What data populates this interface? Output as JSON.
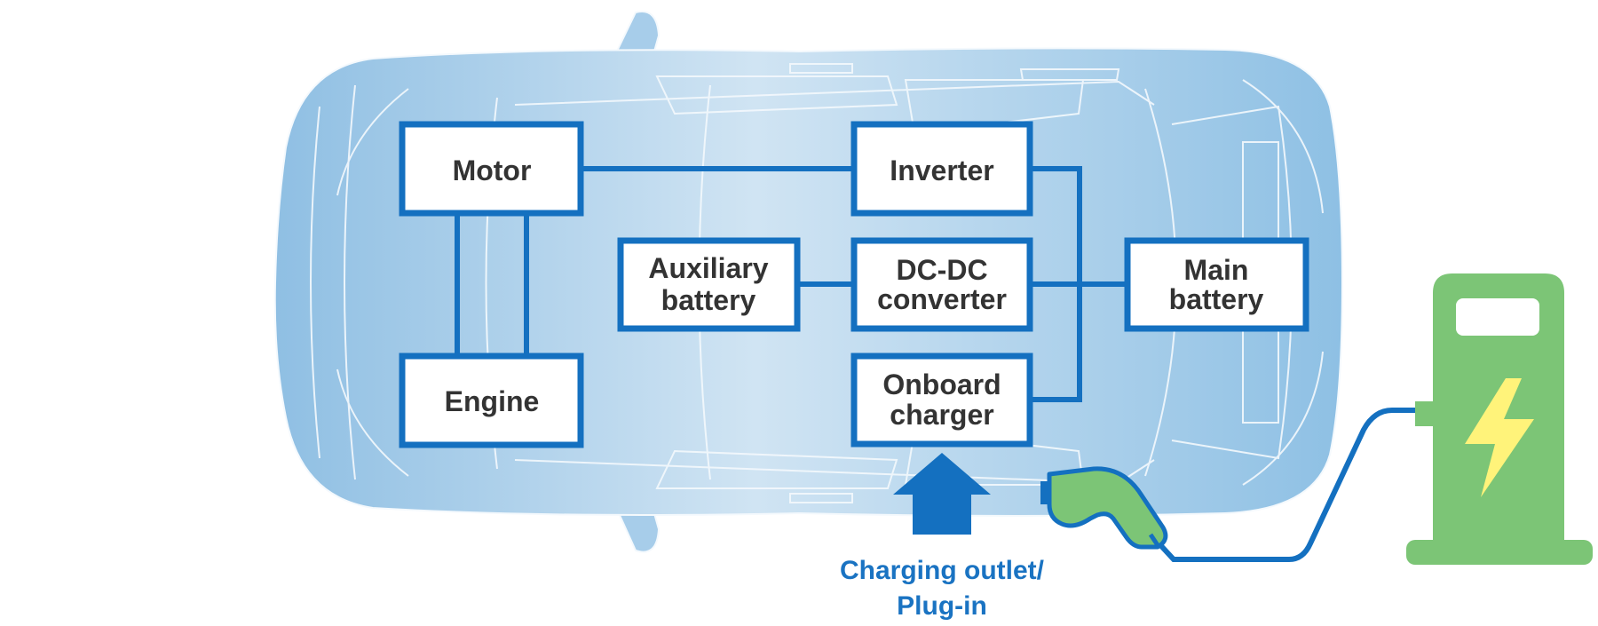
{
  "colors": {
    "car_body_dark": "#8fbfe3",
    "car_body_light": "#d3e6f4",
    "car_outline": "#f4f9fd",
    "box_border": "#1470c0",
    "box_fill": "#ffffff",
    "box_text": "#333333",
    "link_line": "#1470c0",
    "arrow": "#1470c0",
    "outlet_text": "#1a73c2",
    "charger_green": "#7cc576",
    "charger_dark_outline": "#1470c0",
    "bolt": "#fff37a",
    "cable": "#1470c0"
  },
  "components": {
    "motor": "Motor",
    "engine": "Engine",
    "inverter": "Inverter",
    "auxiliary_battery": [
      "Auxiliary",
      "battery"
    ],
    "dcdc_converter": [
      "DC-DC",
      "converter"
    ],
    "main_battery": [
      "Main",
      "battery"
    ],
    "onboard_charger": [
      "Onboard",
      "charger"
    ]
  },
  "charging_outlet_label": [
    "Charging outlet/",
    "Plug-in"
  ],
  "icons": {
    "charging_station": "charging-station-icon",
    "charging_plug": "charging-plug-icon",
    "lightning_bolt": "lightning-bolt-icon",
    "upward_arrow": "up-arrow-icon"
  }
}
